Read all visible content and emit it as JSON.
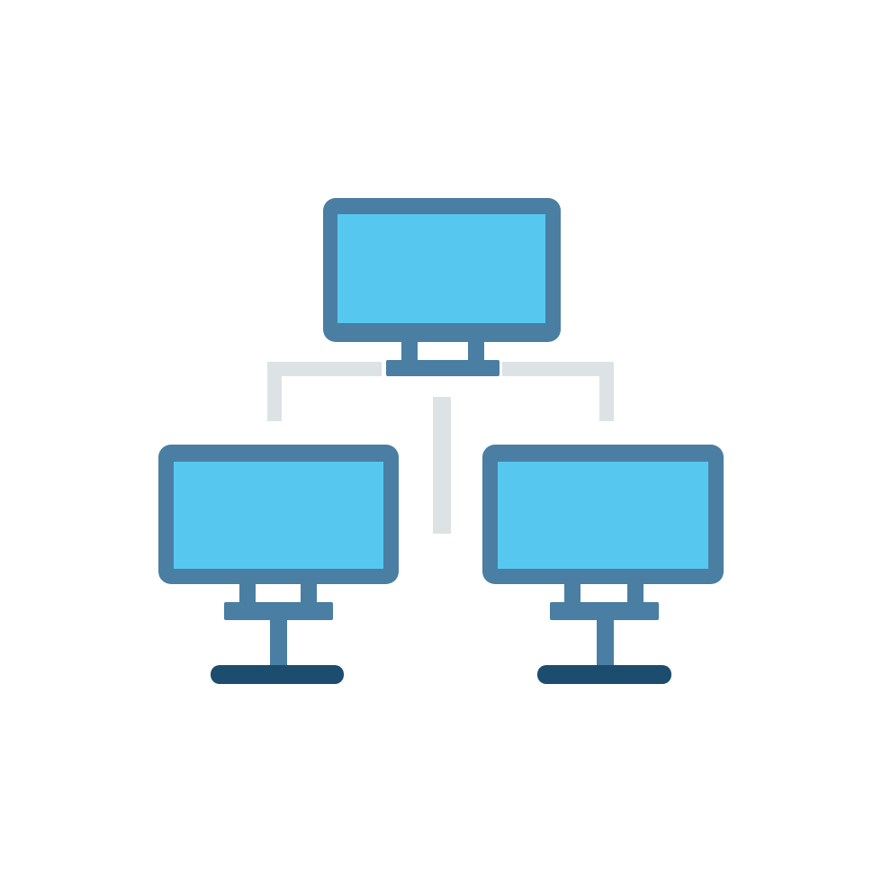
{
  "icon": {
    "name": "computer-network-icon",
    "colors": {
      "background": "#ffffff",
      "monitor_frame": "#4a7ea3",
      "screen": "#56c8f0",
      "base": "#1c4c6e",
      "connector": "#dde2e5"
    },
    "nodes": [
      {
        "name": "top-monitor",
        "role": "hub",
        "has_foot": false
      },
      {
        "name": "left-monitor",
        "role": "client",
        "has_foot": true
      },
      {
        "name": "right-monitor",
        "role": "client",
        "has_foot": true
      }
    ]
  }
}
